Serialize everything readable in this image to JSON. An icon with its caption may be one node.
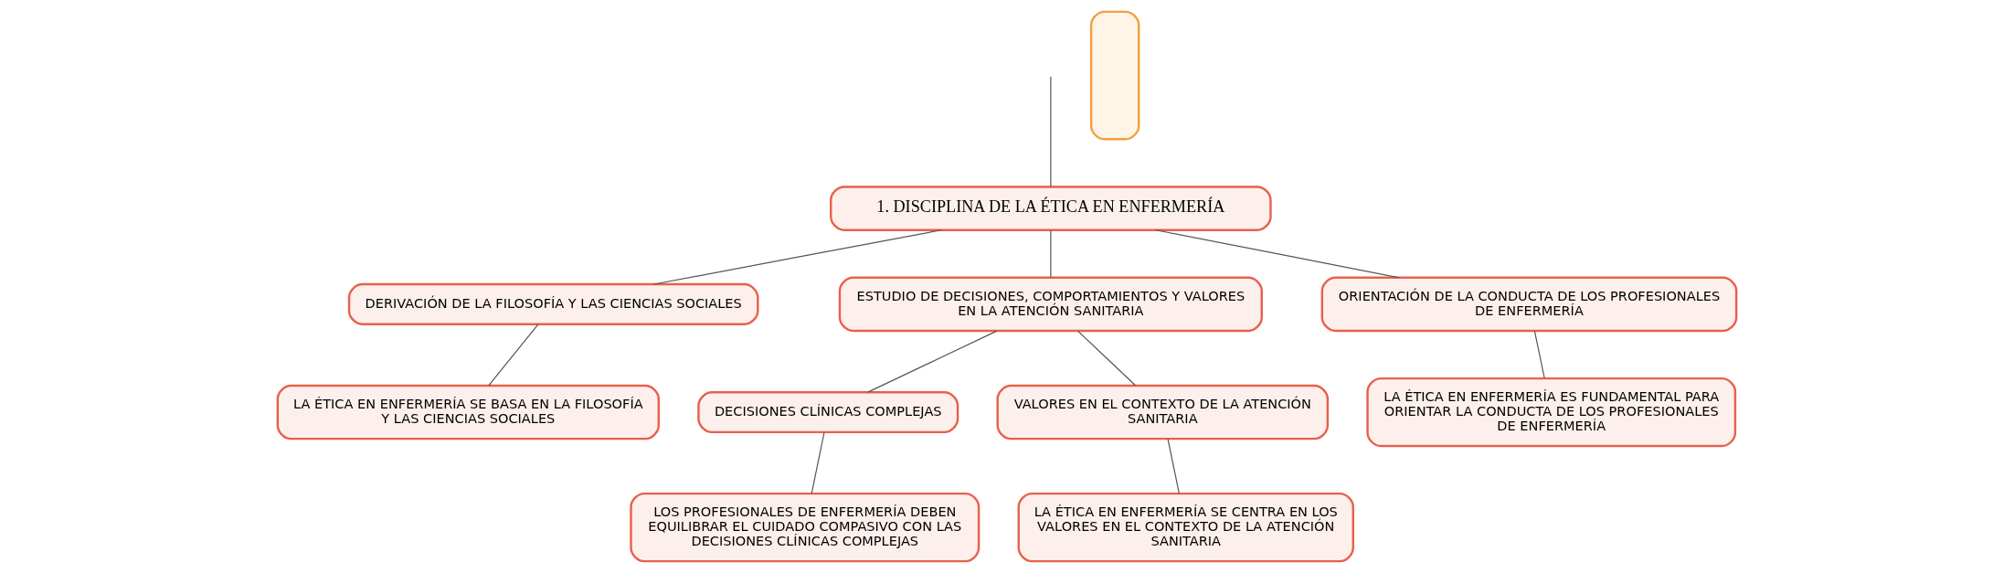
{
  "diagram": {
    "nodes": [
      {
        "text": [
          "1. DISCIPLINA DE LA ÉTICA EN ENFERMERÍA"
        ]
      },
      {
        "text": [
          "DERIVACIÓN DE LA FILOSOFÍA Y LAS CIENCIAS SOCIALES"
        ]
      },
      {
        "text": [
          "ESTUDIO DE DECISIONES, COMPORTAMIENTOS Y VALORES EN LA ATENCIÓN SANITARIA"
        ]
      },
      {
        "text": [
          "ORIENTACIÓN DE LA CONDUCTA DE LOS PROFESIONALES DE ENFERMERÍA"
        ]
      },
      {
        "text": [
          "LA ÉTICA EN ENFERMERÍA SE BASA EN LA FILOSOFÍA Y LAS CIENCIAS SOCIALES"
        ]
      },
      {
        "text": [
          "DECISIONES CLÍNICAS COMPLEJAS"
        ]
      },
      {
        "text": [
          "VALORES EN EL CONTEXTO DE LA ATENCIÓN SANITARIA"
        ]
      },
      {
        "text": [
          "LOS PROFESIONALES DE ENFERMERÍA DEBEN EQUILIBRAR EL CUIDADO COMPASIVO CON LAS DECISIONES CLÍNICAS COMPLEJAS"
        ]
      },
      {
        "text": [
          "LA ÉTICA EN ENFERMERÍA SE CENTRA EN LOS VALORES EN EL CONTEXTO DE LA ATENCIÓN SANITARIA"
        ]
      },
      {
        "text": [
          "LA ÉTICA EN ENFERMERÍA ES FUNDAMENTAL PARA ORIENTAR LA CONDUCTA DE LOS PROFESIONALES DE ENFERMERÍA"
        ]
      },
      {
        "text": [],
        "shape": "box"
      }
    ],
    "edges": [
      {
        "from": null,
        "to": 0,
        "arrow": "none"
      },
      {
        "from": 0,
        "to": 1,
        "arrow": "none"
      },
      {
        "from": 0,
        "to": 2,
        "arrow": "none"
      },
      {
        "from": 0,
        "to": 3,
        "arrow": "none"
      },
      {
        "from": 1,
        "to": 4,
        "arrow": "none"
      },
      {
        "from": 2,
        "to": 5,
        "arrow": "none"
      },
      {
        "from": 2,
        "to": 6,
        "arrow": "none"
      },
      {
        "from": 5,
        "to": 7,
        "arrow": "none"
      },
      {
        "from": 6,
        "to": 8,
        "arrow": "none"
      },
      {
        "from": 3,
        "to": 9,
        "arrow": "none"
      }
    ]
  }
}
